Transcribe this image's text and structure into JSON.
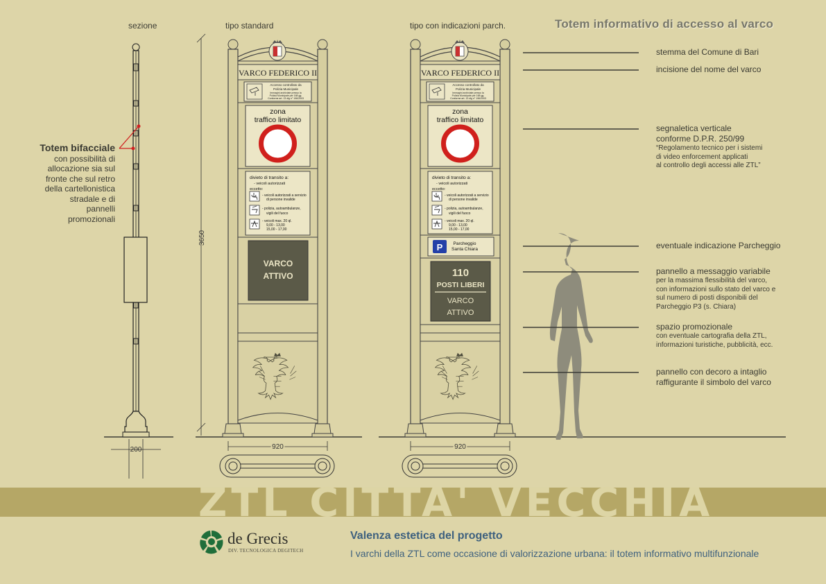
{
  "title": "Totem informativo di accesso al varco",
  "views": {
    "section": "sezione",
    "standard": "tipo standard",
    "parking": "tipo con indicazioni parch."
  },
  "dimensions": {
    "height": "3650",
    "width": "920",
    "section_width": "200"
  },
  "side_note": {
    "title": "Totem bifacciale",
    "lines": [
      "con possibilità di",
      "allocazione sia sul",
      "fronte che sul retro",
      "della cartellonistica",
      "stradale e di",
      "pannelli",
      "promozionali"
    ]
  },
  "totem": {
    "name": "VARCO FEDERICO II",
    "notice": [
      "Accesso controllato da",
      "Polizia Municipale",
      "Immagini archiviate presso la",
      "Polizia Municipale per 168 gg.",
      "Conforme art. 13 dlg n° 196/2003"
    ],
    "zone_lines": [
      "zona",
      "traffico limitato"
    ],
    "rules_head": "divieto di transito a:",
    "rules_sub": "- veicoli autorizzati",
    "except": "eccetto:",
    "exc1": [
      "- veicoli autorizzati a servizio",
      "di persone invalide"
    ],
    "exc2": [
      "- polizia, autoambulanze,",
      "vigili del fuoco"
    ],
    "exc3": [
      "- veicoli max. 20 ql.",
      "9,00 - 13,00",
      "15,00 - 17,00"
    ],
    "vms_standard": [
      "VARCO",
      "ATTIVO"
    ],
    "parking_letter": "P",
    "parking_lines": [
      "Parcheggio",
      "Santa Chiara"
    ],
    "vms_count": "110",
    "vms_free": "POSTI LIBERI",
    "vms_status": [
      "VARCO",
      "ATTIVO"
    ]
  },
  "notes": [
    {
      "title": "stemma del Comune di Bari",
      "body": []
    },
    {
      "title": "incisione del nome del varco",
      "body": []
    },
    {
      "title": "segnaletica verticale",
      "title2": "conforme D.P.R. 250/99",
      "body": [
        "“Regolamento tecnico per i sistemi",
        "di video enforcement applicati",
        "al controllo degli accessi alle ZTL”"
      ]
    },
    {
      "title": "eventuale indicazione Parcheggio",
      "body": []
    },
    {
      "title": "pannello a messaggio variabile",
      "body": [
        "per la massima flessibilità del varco,",
        "con informazioni sullo stato del varco e",
        "sul numero di posti disponibili del",
        "Parcheggio P3 (s. Chiara)"
      ]
    },
    {
      "title": "spazio promozionale",
      "body": [
        "con eventuale cartografia della ZTL,",
        "informazioni turistiche, pubblicità, ecc."
      ]
    },
    {
      "title": "pannello con decoro a intaglio",
      "title2": "raffigurante il simbolo del varco",
      "body": []
    }
  ],
  "band": "ZTL CITTA' VECCHIA",
  "footer": {
    "title": "Valenza estetica del progetto",
    "subtitle": "I varchi della ZTL come occasione di valorizzazione urbana: il totem informativo multifunzionale"
  },
  "logo": {
    "name": "de Grecis",
    "sub": "DIV. TECNOLOGICA DEGITECH"
  },
  "colors": {
    "background": "#ddd5a8",
    "band": "#b5a766",
    "panel": "#ece6c6",
    "vms": "#5b5a48",
    "footer_text": "#3d607e",
    "ztl_red": "#d0201c",
    "parking_blue": "#2440a8"
  }
}
